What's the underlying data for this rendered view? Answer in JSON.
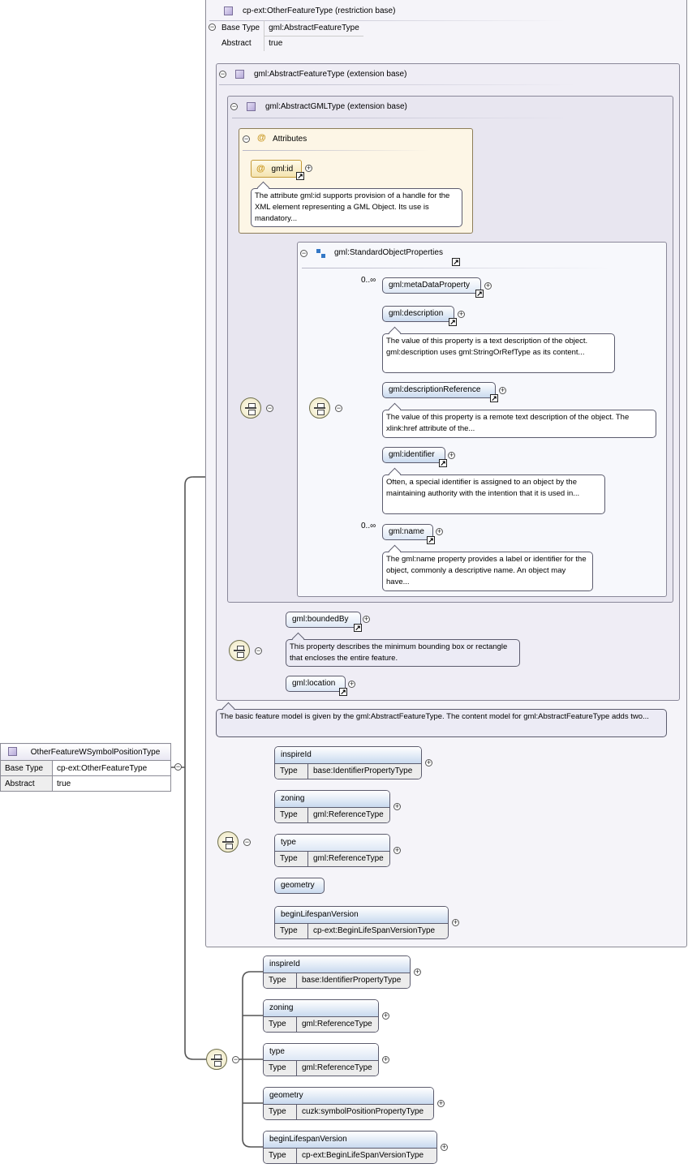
{
  "root": {
    "name": "OtherFeatureWSymbolPositionType",
    "base_type_label": "Base Type",
    "base_type": "cp-ext:OtherFeatureType",
    "abstract_label": "Abstract",
    "abstract": "true"
  },
  "restriction": {
    "title": "cp-ext:OtherFeatureType (restriction base)",
    "base_type_label": "Base Type",
    "base_type": "gml:AbstractFeatureType",
    "abstract_label": "Abstract",
    "abstract": "true"
  },
  "abstract_feature": {
    "title": "gml:AbstractFeatureType (extension base)",
    "note": "The basic feature model is given by the gml:AbstractFeatureType. The content model for gml:AbstractFeatureType adds two..."
  },
  "abstract_gml": {
    "title": "gml:AbstractGMLType (extension base)"
  },
  "attributes": {
    "title": "Attributes",
    "at_symbol": "@",
    "id_label": "gml:id",
    "id_note": "The attribute gml:id supports provision of a handle for the XML element representing a GML Object. Its use is mandatory..."
  },
  "standard_props": {
    "title": "gml:StandardObjectProperties",
    "items": [
      {
        "label": "gml:metaDataProperty",
        "card": "0..∞",
        "note": ""
      },
      {
        "label": "gml:description",
        "card": "",
        "note": "The value of this property is a text description of the object. gml:description uses gml:StringOrRefType as its content..."
      },
      {
        "label": "gml:descriptionReference",
        "card": "",
        "note": "The value of this property is a remote text description of the object. The xlink:href attribute of the..."
      },
      {
        "label": "gml:identifier",
        "card": "",
        "note": "Often, a special identifier is assigned to an object by the maintaining authority with the intention that it is used in..."
      },
      {
        "label": "gml:name",
        "card": "0..∞",
        "note": "The gml:name property provides a label or identifier for the object, commonly a descriptive name. An object may have..."
      }
    ]
  },
  "feature_props": {
    "bounded_by": "gml:boundedBy",
    "bounded_by_note": "This property describes the minimum bounding box or rectangle that encloses the entire feature.",
    "location": "gml:location"
  },
  "type_label": "Type",
  "other_feature_elements": [
    {
      "name": "inspireId",
      "type": "base:IdentifierPropertyType"
    },
    {
      "name": "zoning",
      "type": "gml:ReferenceType"
    },
    {
      "name": "type",
      "type": "gml:ReferenceType"
    },
    {
      "name": "geometry",
      "type": ""
    },
    {
      "name": "beginLifespanVersion",
      "type": "cp-ext:BeginLifeSpanVersionType"
    }
  ],
  "symbol_elements": [
    {
      "name": "inspireId",
      "type": "base:IdentifierPropertyType"
    },
    {
      "name": "zoning",
      "type": "gml:ReferenceType"
    },
    {
      "name": "type",
      "type": "gml:ReferenceType"
    },
    {
      "name": "geometry",
      "type": "cuzk:symbolPositionPropertyType"
    },
    {
      "name": "beginLifespanVersion",
      "type": "cp-ext:BeginLifeSpanVersionType"
    }
  ],
  "icons": {
    "minus": "−",
    "plus": "+",
    "link": "↗"
  }
}
